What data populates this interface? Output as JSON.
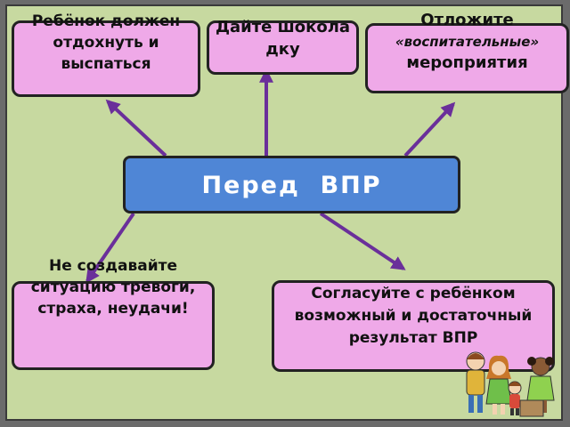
{
  "diagram": {
    "center": "Перед  ВПР",
    "rest": "Ребёнок должен отдохнуть и выспаться",
    "chocolate": "Дайте шоколадку",
    "postpone_a": "Отложите",
    "postpone_b": "«воспитательные»",
    "postpone_c": "мероприятия",
    "fear": "Не создавайте ситуацию тревоги, страха, неудачи!",
    "agree": "Согласуйте с ребёнком возможный и достаточный результат ВПР"
  },
  "colors": {
    "box_fill": "#efa9e8",
    "center_fill": "#4f86d6",
    "arrow": "#6a2f9a",
    "background": "#c7d9a0"
  }
}
